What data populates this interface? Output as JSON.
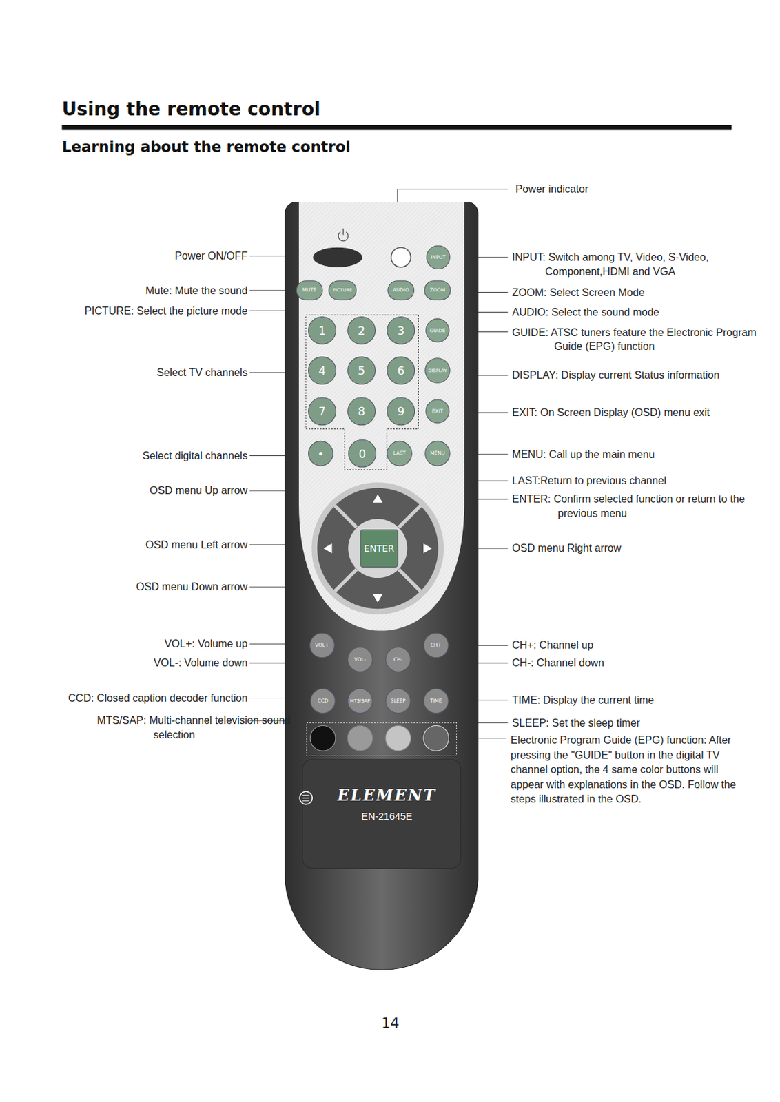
{
  "diagram": {
    "title": "Using the remote control",
    "caption": "Learning about the remote control",
    "nodes": [
      {
        "text": [
          "ELEMENT",
          "EN-21645E"
        ]
      },
      {
        "text": [
          "INPUT"
        ],
        "in": 0
      },
      {
        "text": [
          "MUTE"
        ],
        "in": 0
      },
      {
        "text": [
          "PICTURE"
        ],
        "in": 0
      },
      {
        "text": [
          "AUDIO"
        ],
        "in": 0
      },
      {
        "text": [
          "ZOOM"
        ],
        "in": 0
      },
      {
        "text": [
          "1"
        ],
        "in": 0
      },
      {
        "text": [
          "2"
        ],
        "in": 0
      },
      {
        "text": [
          "3"
        ],
        "in": 0
      },
      {
        "text": [
          "GUIDE"
        ],
        "in": 0
      },
      {
        "text": [
          "4"
        ],
        "in": 0
      },
      {
        "text": [
          "5"
        ],
        "in": 0
      },
      {
        "text": [
          "6"
        ],
        "in": 0
      },
      {
        "text": [
          "DISPLAY"
        ],
        "in": 0
      },
      {
        "text": [
          "7"
        ],
        "in": 0
      },
      {
        "text": [
          "8"
        ],
        "in": 0
      },
      {
        "text": [
          "9"
        ],
        "in": 0
      },
      {
        "text": [
          "EXIT"
        ],
        "in": 0
      },
      {
        "text": [
          "•"
        ],
        "in": 0
      },
      {
        "text": [
          "0"
        ],
        "in": 0
      },
      {
        "text": [
          "LAST"
        ],
        "in": 0
      },
      {
        "text": [
          "MENU"
        ],
        "in": 0
      },
      {
        "text": [
          "ENTER"
        ],
        "in": 0
      },
      {
        "text": [
          "VOL+"
        ],
        "in": 0
      },
      {
        "text": [
          "VOL-"
        ],
        "in": 0
      },
      {
        "text": [
          "CH-"
        ],
        "in": 0
      },
      {
        "text": [
          "CH+"
        ],
        "in": 0
      },
      {
        "text": [
          "CCD"
        ],
        "in": 0
      },
      {
        "text": [
          "MTS/SAP"
        ],
        "in": 0
      },
      {
        "text": [
          "SLEEP"
        ],
        "in": 0
      },
      {
        "text": [
          "TIME"
        ],
        "in": 0
      }
    ],
    "labels": [
      "Power indicator",
      "Power ON/OFF",
      "INPUT: Switch among TV, Video, S-Video, Component,HDMI and VGA",
      "Mute: Mute the sound",
      "ZOOM: Select Screen Mode",
      "PICTURE: Select the picture mode",
      "AUDIO: Select the sound mode",
      "GUIDE: ATSC tuners feature the Electronic Program Guide (EPG) function",
      "Select TV channels",
      "DISPLAY: Display current Status information",
      "EXIT: On Screen Display (OSD) menu exit",
      "Select digital channels",
      "MENU: Call up the main menu",
      "LAST:Return to previous channel",
      "OSD menu Up arrow",
      "ENTER: Confirm selected function or return to the previous menu",
      "OSD menu Left arrow",
      "OSD menu Right arrow",
      "OSD menu Down arrow",
      "VOL+: Volume up",
      "CH+: Channel up",
      "VOL-: Volume down",
      "CH-: Channel down",
      "CCD: Closed caption decoder function",
      "TIME: Display the current time",
      "MTS/SAP: Multi-channel television sound selection",
      "SLEEP: Set the sleep timer",
      "Electronic Program Guide (EPG) function: After pressing the \"GUIDE\" button in the digital TV channel option, the 4 same color buttons will appear with explanations in the OSD. Follow the steps illustrated in the OSD.",
      "14"
    ]
  }
}
